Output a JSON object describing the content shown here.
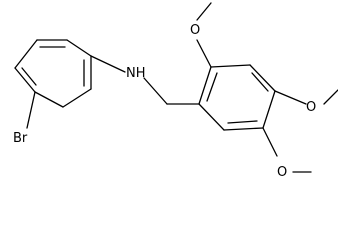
{
  "molecule": {
    "atoms": {
      "br": "Br",
      "nh": "NH",
      "o1": "O",
      "o2": "O",
      "o3": "O"
    },
    "colors": {
      "bond": "#000000",
      "label": "#000000",
      "background": "#ffffff"
    }
  }
}
